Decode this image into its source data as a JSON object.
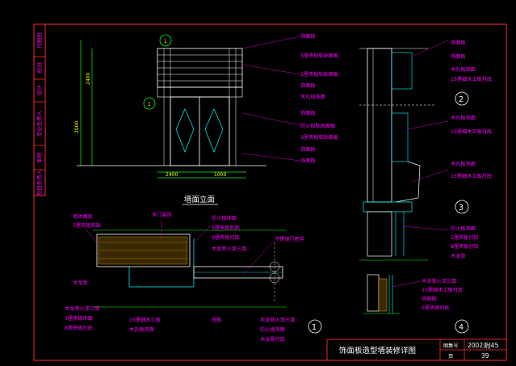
{
  "title_block": {
    "drawing_title": "饰面板造型墙装修详图",
    "atlas_label": "图集号",
    "atlas_number": "2002浙J45",
    "page_label": "页",
    "page_number": "39"
  },
  "side_strip": {
    "cells": [
      "作图员",
      "校对",
      "设计",
      "专业负责人",
      "审核",
      "项目负责人"
    ]
  },
  "elevation": {
    "caption": "墙面立面",
    "callout_a": "1",
    "callout_b": "1"
  },
  "section_markers": [
    "1",
    "2",
    "3",
    "4"
  ],
  "notes": {
    "elevation_right": [
      "饰面板",
      "3厘夹板粘贴面板",
      "2厘夹板粘贴面板",
      "饰面板",
      "木孔线饰面",
      "饰面板",
      "防火板粘贴面板",
      "3厘夹板粘贴面板",
      "饰面板",
      "饰面板"
    ],
    "section_top_right": [
      "饰面板",
      "饰面板",
      "木孔板饰面",
      "15厘细木工板打底"
    ],
    "section_mid_right": [
      "木孔板饰面",
      "15厘细木工板打底"
    ],
    "section_low_right": [
      "木孔板饰面",
      "15厘细木工板打底"
    ],
    "section_bottom_right": [
      "防火板饰面",
      "5厘夹板打底",
      "8厘夹板打底",
      "木龙骨"
    ],
    "plan_left": [
      "墙体面层",
      "5厘夹板粘贴",
      "木龙骨",
      "木龙骨火漆三度",
      "3厘夹板饰面",
      "8厘夹板打底"
    ],
    "plan_top": [
      "木门装饰",
      "防火板饰面",
      "5厘夹板粘贴",
      "9厘夹板打底",
      "木龙骨火漆三度"
    ],
    "plan_bottom": [
      "15厘细木工板",
      "木孔板饰面",
      "饰板",
      "木龙骨火漆三度",
      "防火板饰面",
      "木龙骨打底"
    ],
    "plan_right_top": "不锈钢门把手",
    "detail4": [
      "木龙骨火漆三度",
      "15厘细木工板打底",
      "饰面板",
      "5厘夹板打底"
    ]
  },
  "dimensions": {
    "bottom": [
      "2400",
      "1000"
    ],
    "left_total": "2000",
    "left_upper": "2400"
  }
}
